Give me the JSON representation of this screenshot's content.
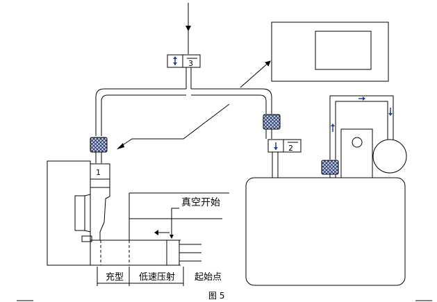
{
  "labels": {
    "vacuum_start": "真空开始",
    "fill": "充型",
    "low_speed_injection": "低速压射",
    "start_point": "起始点",
    "caption": "图 5"
  },
  "valves": {
    "v1": "1",
    "v2": "2",
    "v3": "3"
  },
  "icons": {
    "filter": "filter-icon",
    "arrow_up": "arrow-up-icon",
    "arrow_down": "arrow-down-icon",
    "arrow_left": "arrow-left-icon",
    "arrow_right": "arrow-right-icon"
  }
}
